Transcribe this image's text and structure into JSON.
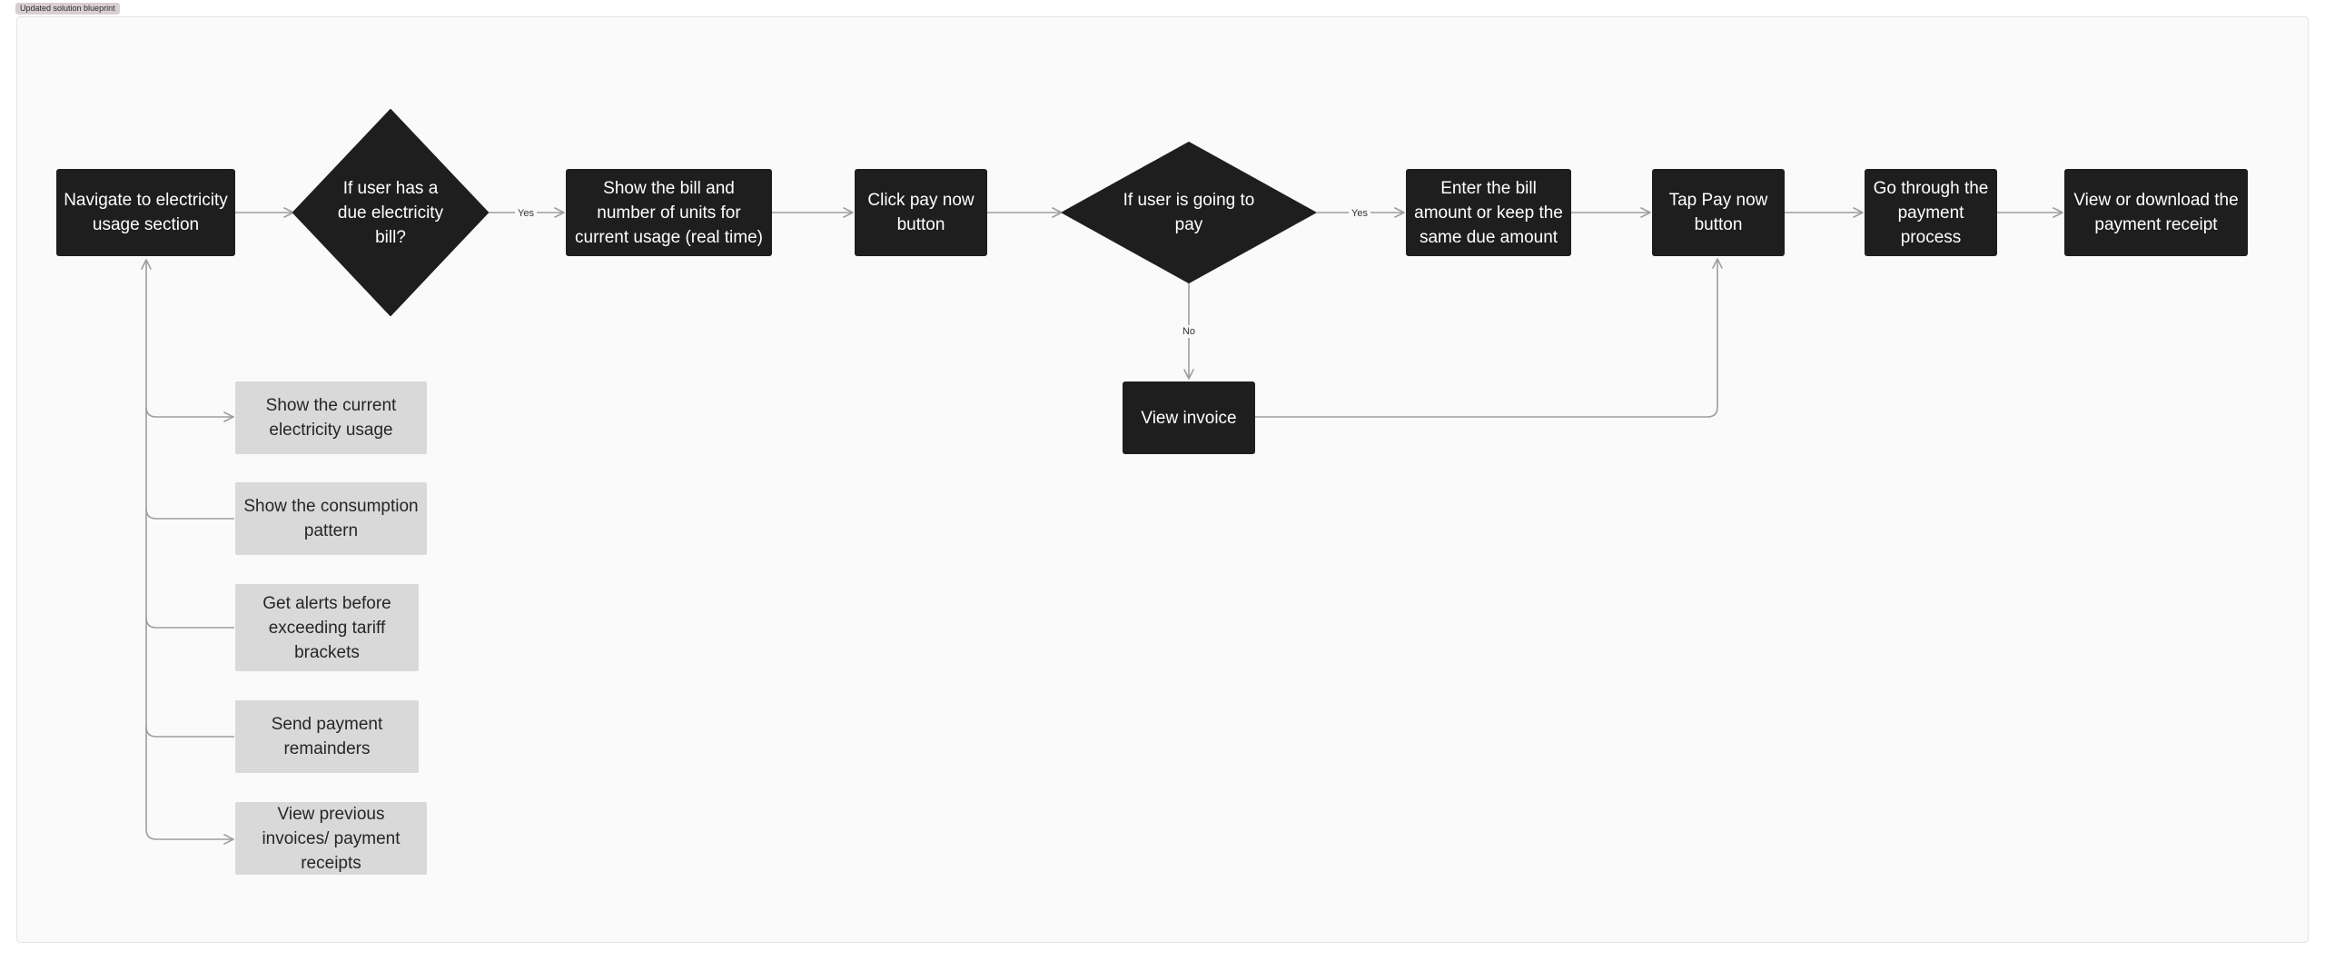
{
  "frame": {
    "label": "Updated solution blueprint"
  },
  "colors": {
    "dark_node": "#1e1e1e",
    "light_node": "#d9d9d9",
    "connector": "#9e9e9e",
    "canvas": "#fafafa"
  },
  "nodes": {
    "navigate": "Navigate to electricity usage section",
    "has_due_bill": "If user has a due electricity bill?",
    "show_bill": "Show the bill and number of units for current usage (real time)",
    "click_pay": "Click pay now button",
    "going_to_pay": "If user is going to pay",
    "enter_amount": "Enter the bill amount or keep the same due amount",
    "tap_pay": "Tap Pay now button",
    "payment_process": "Go through the payment process",
    "receipt": "View or download the payment receipt",
    "view_invoice": "View invoice",
    "current_usage": "Show the current electricity usage",
    "consumption": "Show the consumption pattern",
    "alerts": "Get alerts before exceeding tariff brackets",
    "reminders": "Send payment remainders",
    "previous_invoices": "View previous invoices/ payment receipts"
  },
  "edges": {
    "yes_1": "Yes",
    "yes_2": "Yes",
    "no": "No"
  }
}
